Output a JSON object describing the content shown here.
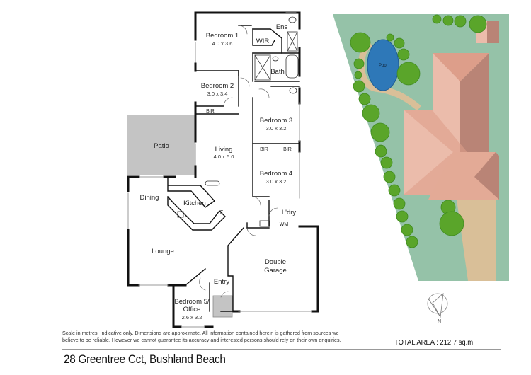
{
  "property": {
    "address": "28 Greentree Cct, Bushland Beach",
    "total_area": "TOTAL AREA : 212.7 sq.m"
  },
  "disclaimer": {
    "line1": "Scale in metres. Indicative only. Dimensions are approximate. All information contained herein is gathered from sources we",
    "line2": "believe to be reliable. However we cannot guarantee its accuracy and interested persons should rely on their own enquiries."
  },
  "rooms": {
    "bedroom1": {
      "name": "Bedroom 1",
      "dims": "4.0 x 3.6"
    },
    "bedroom2": {
      "name": "Bedroom 2",
      "dims": "3.0 x 3.4"
    },
    "bedroom3": {
      "name": "Bedroom 3",
      "dims": "3.0 x 3.2"
    },
    "bedroom4": {
      "name": "Bedroom 4",
      "dims": "3.0 x 3.2"
    },
    "bedroom5": {
      "name": "Bedroom 5/",
      "name2": "Office",
      "dims": "2.6 x 3.2"
    },
    "living": {
      "name": "Living",
      "dims": "4.0 x 5.0"
    },
    "ens": {
      "name": "Ens"
    },
    "wir": {
      "name": "WIR"
    },
    "bath": {
      "name": "Bath"
    },
    "bir1": {
      "name": "BIR"
    },
    "bir2": {
      "name": "BIR"
    },
    "bir3": {
      "name": "BIR"
    },
    "patio": {
      "name": "Patio"
    },
    "dining": {
      "name": "Dining"
    },
    "kitchen": {
      "name": "Kitchen"
    },
    "fridge": {
      "name": "F"
    },
    "laundry": {
      "name": "L'dry"
    },
    "wm": {
      "name": "WM"
    },
    "lounge": {
      "name": "Lounge"
    },
    "garage": {
      "name": "Double",
      "name2": "Garage"
    },
    "entry": {
      "name": "Entry"
    },
    "pool": {
      "name": "Pool"
    }
  },
  "compass": {
    "label": "N"
  },
  "colors": {
    "lawn": "#95c2a8",
    "pool": "#2e78b8",
    "roof_light": "#ebbcab",
    "roof_mid": "#dd9e8a",
    "roof_dark": "#b98476",
    "path": "#d9bf98",
    "tree": "#5aa52a",
    "patio": "#c4c4c4",
    "wall": "#111111"
  }
}
